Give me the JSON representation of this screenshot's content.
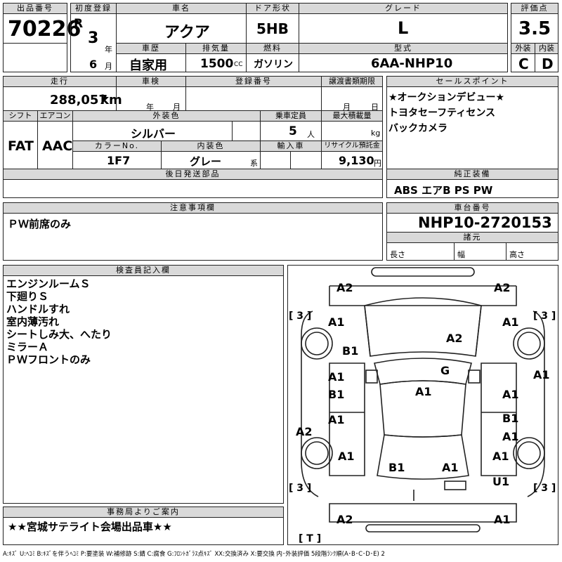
{
  "header": {
    "lot_label": "出品番号",
    "lot_no": "70226",
    "first_reg_label": "初度登録",
    "era": "R",
    "year": "3",
    "year_unit": "年",
    "month": "6",
    "month_unit": "月",
    "car_name_label": "車名",
    "car_name": "アクア",
    "door_label": "ドア形状",
    "door": "5HB",
    "grade_label": "グレード",
    "grade": "L",
    "score_label": "評価点",
    "score": "3.5",
    "history_label": "車歴",
    "history": "自家用",
    "displacement_label": "排気量",
    "displacement": "1500",
    "cc": "CC",
    "fuel_label": "燃料",
    "fuel": "ガソリン",
    "model_label": "型式",
    "model": "6AA-NHP10",
    "ext_label": "外装",
    "ext": "C",
    "int_label": "内装",
    "int": "D"
  },
  "row2": {
    "mileage_label": "走行",
    "mileage": "288,057",
    "km": "km",
    "inspection_label": "車検",
    "insp_year": "年",
    "insp_month": "月",
    "plate_label": "登録番号",
    "deadline_label": "譲渡書類期限",
    "dl_month": "月",
    "dl_day": "日",
    "sales_label": "セールスポイント",
    "sales_points": [
      "★オークションデビュー★",
      "トヨタセーフティセンス",
      "バックカメラ"
    ],
    "shift_label": "シフト",
    "shift": "FAT",
    "ac_label": "エアコン",
    "ac": "AAC",
    "color_label": "外装色",
    "color": "シルバー",
    "capacity_label": "乗車定員",
    "capacity": "5",
    "capacity_unit": "人",
    "load_label": "最大積載量",
    "load_unit": "kg",
    "colorno_label": "カラーNo.",
    "colorno": "1F7",
    "interior_label": "内装色",
    "interior": "グレー",
    "kei": "系",
    "import_label": "輸入車",
    "recycle_label": "リサイクル預託金",
    "recycle": "9,130",
    "yen": "円",
    "later_label": "後日発送部品",
    "equip_label": "純正装備",
    "equip": "ABS エアB PS PW"
  },
  "notes": {
    "label": "注意事項欄",
    "text": "ＰＷ前席のみ"
  },
  "chassis": {
    "label": "車台番号",
    "value": "NHP10-2720153",
    "spec_label": "諸元",
    "length": "長さ",
    "width": "幅",
    "height": "高さ"
  },
  "inspector": {
    "label": "検査員記入欄",
    "lines": [
      "エンジンルームＳ",
      "下廻りＳ",
      "ハンドルすれ",
      "室内薄汚れ",
      "シートしみ大、へたり",
      "ミラーＡ",
      "ＰＷフロントのみ"
    ]
  },
  "office": {
    "label": "事務局よりご案内",
    "text": "★★宮城サテライト会場出品車★★"
  },
  "legend": "A:ｷｽﾞ U:ﾍｺﾐ B:ｷｽﾞを伴うﾍｺﾐ P:要塗装 W:補修跡 S:錆 C:腐食 G:ﾌﾛﾝﾄｶﾞﾗｽ点ｷｽﾞ XX:交換済み X:要交換 内･外装評価 5段階ﾗﾝｸ順(A･B･C･D･E) 2",
  "diagram": {
    "tire_marks": [
      "[ 3 ]",
      "[ 3 ]",
      "[ 3 ]",
      "[ 3 ]",
      "[ T ]"
    ],
    "damage": [
      "A2",
      "A2",
      "A1",
      "A1",
      "A2",
      "B1",
      "G",
      "A1",
      "A1",
      "A1",
      "B1",
      "A1",
      "B1",
      "A1",
      "A1",
      "A2",
      "A1",
      "A1",
      "B1",
      "A1",
      "U1",
      "A2",
      "A1"
    ]
  }
}
